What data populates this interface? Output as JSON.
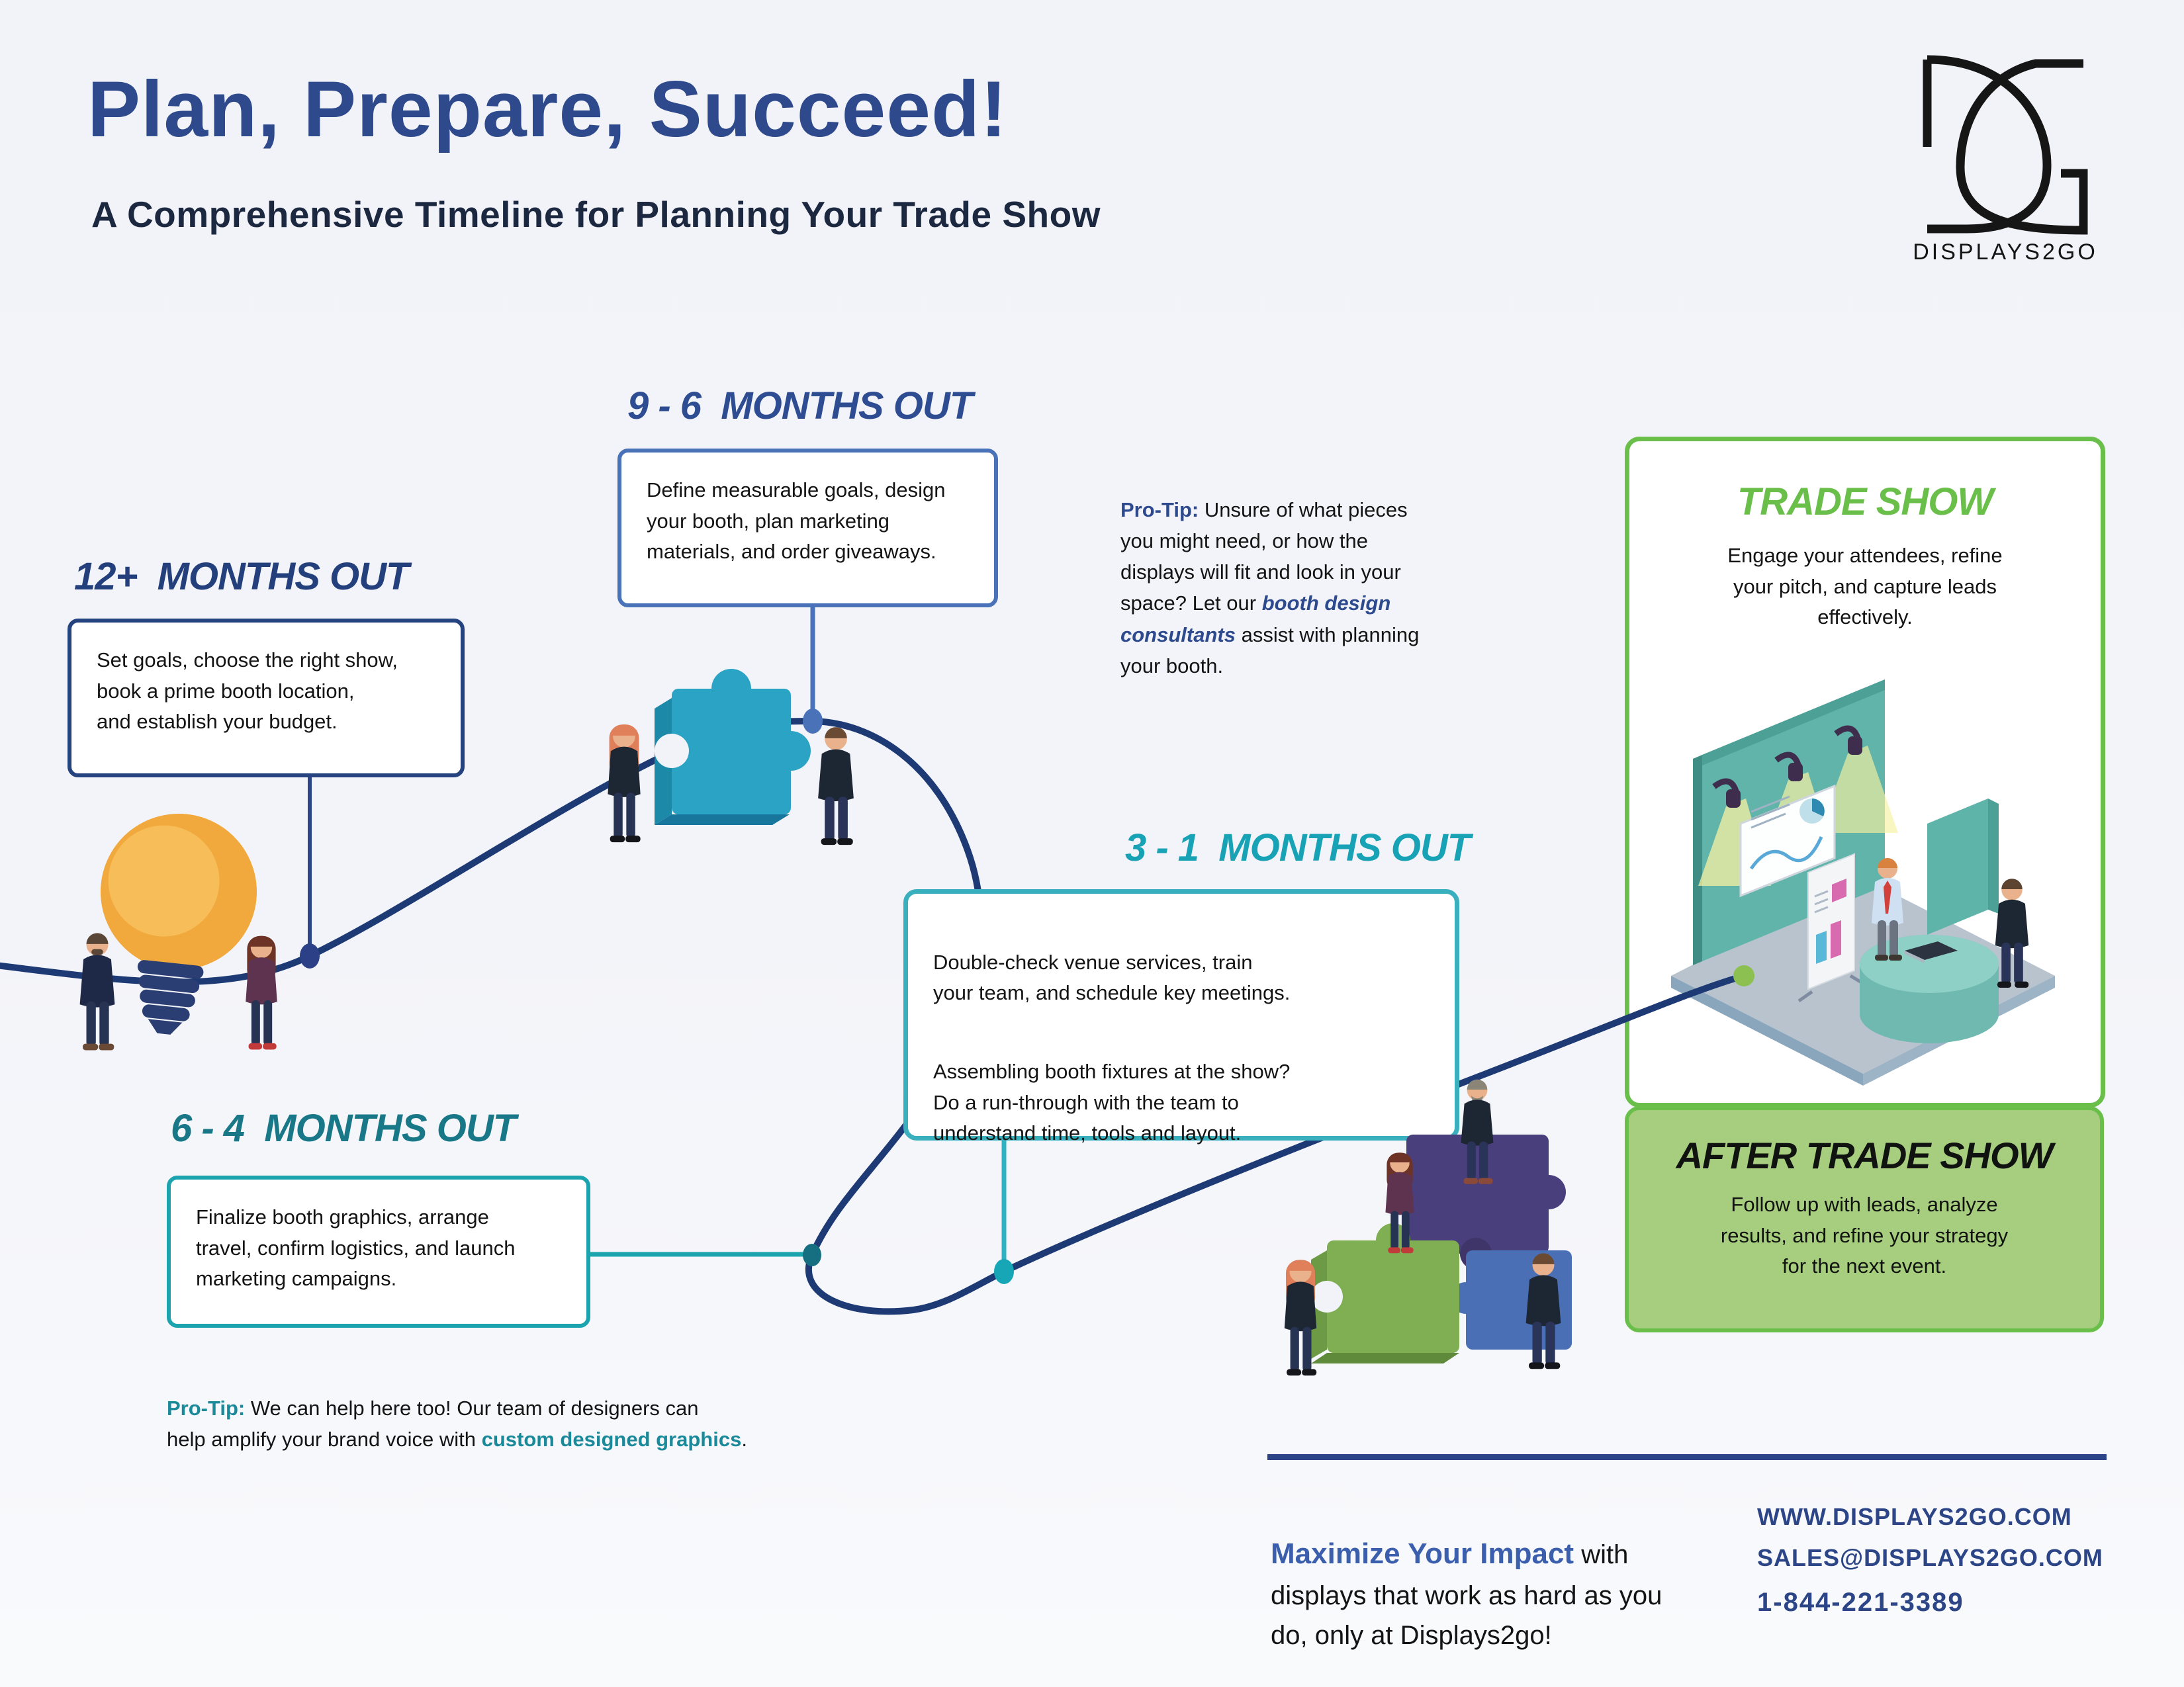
{
  "header": {
    "title": "Plan, Prepare, Succeed!",
    "subtitle": "A Comprehensive Timeline for Planning Your Trade Show"
  },
  "logo": {
    "brand": "DISPLAYS2GO",
    "monogram": "DG"
  },
  "timeline": {
    "path_color": "#1e3a75",
    "stages": [
      {
        "id": "12plus",
        "header": "12+  MONTHS OUT",
        "header_color": "#24407c",
        "border_color": "#24437f",
        "node_color": "#2b4087",
        "text": "Set goals, choose the right show,\nbook a prime booth location,\nand establish your budget."
      },
      {
        "id": "9to6",
        "header": "9 - 6  MONTHS OUT",
        "header_color": "#2d4c92",
        "border_color": "#4a72b8",
        "node_color": "#4a72b8",
        "text": "Define measurable goals, design\nyour booth, plan marketing\nmaterials, and order giveaways."
      },
      {
        "id": "6to4",
        "header": "6 - 4  MONTHS OUT",
        "header_color": "#187888",
        "border_color": "#1ba3ae",
        "node_color": "#156f80",
        "text": "Finalize booth graphics, arrange\ntravel, confirm logistics, and launch\nmarketing campaigns."
      },
      {
        "id": "3to1",
        "header": "3 - 1  MONTHS OUT",
        "header_color": "#18a2b5",
        "border_color": "#3ab0bf",
        "node_color": "#17a6b6",
        "text": "Double-check venue services, train\nyour team, and schedule key meetings.",
        "text2": "Assembling booth fixtures at the show?\nDo a run-through with the team to\nunderstand time, tools and layout."
      }
    ],
    "end_node_color": "#8cc152"
  },
  "protips": [
    {
      "label": "Pro-Tip:",
      "text1": " Unsure of what pieces\nyou might need, or how the\ndisplays will fit and look in your\nspace? Let our ",
      "link": "booth design\nconsultants",
      "text2": " assist with planning\nyour booth.",
      "accent": "#2d4a8f"
    },
    {
      "label": "Pro-Tip:",
      "text1": " We can help here too! Our team of designers can\nhelp amplify your brand voice with ",
      "link": "custom designed graphics",
      "text2": ".",
      "accent": "#1a8a9a"
    }
  ],
  "trade_show": {
    "header": "TRADE SHOW",
    "header_color": "#6abf4a",
    "text": "Engage your attendees, refine\nyour pitch, and capture leads\neffectively."
  },
  "after_trade_show": {
    "header": "AFTER TRADE SHOW",
    "bg": "#a7cd7e",
    "text": "Follow up with leads, analyze\nresults, and refine your strategy\nfor the next event."
  },
  "footer": {
    "lead": "Maximize Your Impact",
    "lead_color": "#3c5fad",
    "text": " with\ndisplays that work as hard as you\ndo, only at Displays2go!",
    "website": "WWW.DISPLAYS2GO.COM",
    "email": "SALES@DISPLAYS2GO.COM",
    "phone": "1-844-221-3389"
  },
  "illustrations": {
    "lightbulb_team": {
      "name": "idea-lightbulb-team",
      "bulb": "#f1a83c",
      "base": "#2b3e74"
    },
    "puzzle_carry": {
      "name": "puzzle-piece-carry-team",
      "piece": "#2aa3c4"
    },
    "puzzle_assembly": {
      "name": "puzzle-assembly-team",
      "pieces": [
        "#7fae53",
        "#4a3f7d",
        "#4a6fb5"
      ]
    },
    "booth": {
      "name": "trade-show-booth",
      "wall": "#60b4aa",
      "floor": "#b9c3cd"
    }
  }
}
